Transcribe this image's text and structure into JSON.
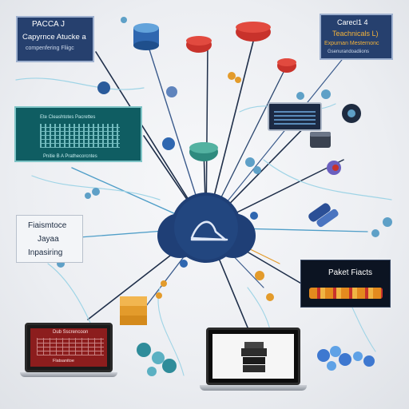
{
  "panels": {
    "top_left": {
      "title": "PACCA J",
      "line1": "Capyrnce Atucke a",
      "line2": "compenfering Fliigc"
    },
    "top_right": {
      "title": "Carecl1 4",
      "line1": "Teachnicals L)",
      "line2": "Expurnan Mesternonc",
      "line3": "Gsenurandoadiions"
    },
    "mid_left": {
      "header": "Ete Cleashtotes Pacrettes",
      "footer": "Pnitie B  A  Prathecorcntes"
    },
    "left": {
      "line1": "Fiaismtoce",
      "line2": "Jayaa",
      "line3": "Inpasiring"
    },
    "right": {
      "title": "Paket Fiacts"
    },
    "bottom_left_laptop": {
      "line1": "Dub Sscrencoon",
      "line2": "Flatsanitoe"
    }
  },
  "colors": {
    "navy": "#26406e",
    "teal": "#0f5d62",
    "cloud": "#1f3f76",
    "accent_red": "#c8322b",
    "accent_orange": "#e39b2b"
  },
  "icons": {
    "center": "cloud-icon",
    "nodes": [
      "database-icon",
      "router-icon",
      "server-icon",
      "network-node-icon",
      "lock-icon",
      "gear-icon"
    ]
  }
}
